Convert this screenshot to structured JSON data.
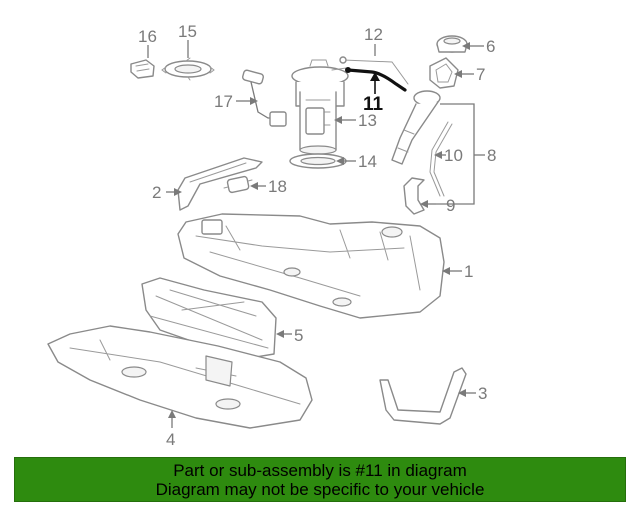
{
  "callouts": {
    "c1": "1",
    "c2": "2",
    "c3": "3",
    "c4": "4",
    "c5": "5",
    "c6": "6",
    "c7": "7",
    "c8": "8",
    "c9": "9",
    "c10": "10",
    "c11": "11",
    "c12": "12",
    "c13": "13",
    "c14": "14",
    "c15": "15",
    "c16": "16",
    "c17": "17",
    "c18": "18"
  },
  "highlighted_part": "11",
  "banner": {
    "line1": "Part or sub-assembly is #11 in diagram",
    "line2": "Diagram may not be specific to your vehicle",
    "background_color": "#2e8b0f"
  }
}
